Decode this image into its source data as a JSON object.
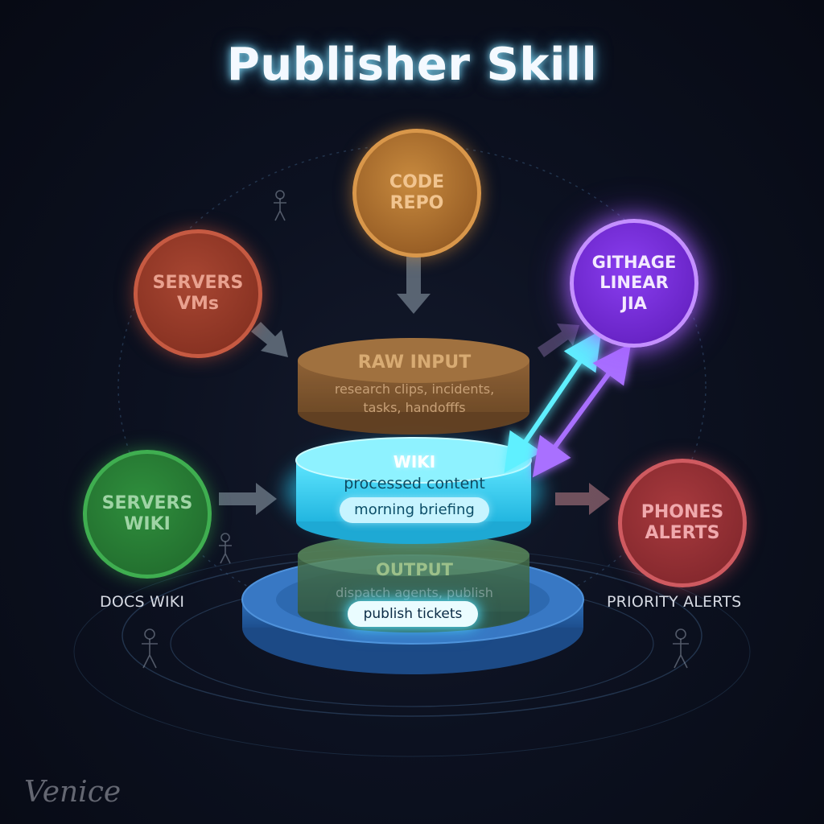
{
  "title": "Publisher Skill",
  "nodes": {
    "code_repo": {
      "line1": "CODE",
      "line2": "REPO"
    },
    "servers_vms": {
      "line1": "SERVERS",
      "line2": "VMs"
    },
    "githage": {
      "line1": "GITHAGE",
      "line2": "LINEAR",
      "line3": "JIA"
    },
    "servers_wiki": {
      "line1": "SERVERS",
      "line2": "WIKI"
    },
    "phones": {
      "line1": "PHONES",
      "line2": "ALERTS"
    }
  },
  "captions": {
    "docs": "DOCS WIKI",
    "priority": "PRIORITY ALERTS"
  },
  "stack": {
    "raw": {
      "title": "RAW INPUT",
      "sub_line1": "research clips, incidents,",
      "sub_line2": "tasks, handofffs"
    },
    "wiki": {
      "title": "WIKI",
      "sub": "processed content",
      "pill": "morning briefing"
    },
    "output": {
      "title": "OUTPUT",
      "sub": "dispatch agents, publish",
      "pill": "publish tickets"
    }
  },
  "watermark": "Venice",
  "colors": {
    "background": "#0c1120",
    "code_repo": "#c88a3e",
    "servers_vms": "#a84632",
    "githage": "#8a3ef0",
    "servers_wiki": "#2f8f3d",
    "phones": "#a83a3e",
    "wiki_disc": "#3fd8f5",
    "raw_disc": "#a9763f",
    "output_disc": "#4e7a52",
    "base_disc": "#2e6db3"
  },
  "icons": [
    "down-arrow-icon",
    "right-arrow-icon",
    "double-arrow-icon",
    "stick-figure-icon"
  ]
}
